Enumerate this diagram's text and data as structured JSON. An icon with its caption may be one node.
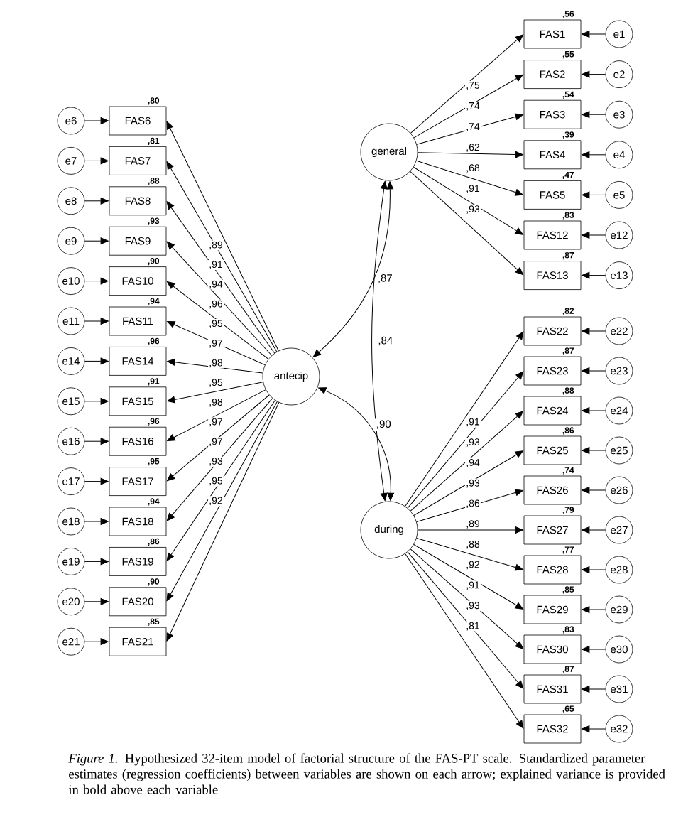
{
  "diagram": {
    "caption": "*Figure 1.* Hypothesized 32-item model of factorial structure of the FAS-PT scale. Standardized parameter estimates (regression coefficients) between variables are shown on each arrow; explained variance is provided in bold above each variable",
    "nodes": [
      {
        "text": [
          "general"
        ]
      },
      {
        "text": [
          "antecip"
        ]
      },
      {
        "text": [
          "during"
        ]
      },
      {
        "text": [
          "FAS6"
        ],
        "beside": [
          ",80"
        ]
      },
      {
        "text": [
          "e6"
        ]
      },
      {
        "text": [
          "FAS7"
        ],
        "beside": [
          ",81"
        ]
      },
      {
        "text": [
          "e7"
        ]
      },
      {
        "text": [
          "FAS8"
        ],
        "beside": [
          ",88"
        ]
      },
      {
        "text": [
          "e8"
        ]
      },
      {
        "text": [
          "FAS9"
        ],
        "beside": [
          ",93"
        ]
      },
      {
        "text": [
          "e9"
        ]
      },
      {
        "text": [
          "FAS10"
        ],
        "beside": [
          ",90"
        ]
      },
      {
        "text": [
          "e10"
        ]
      },
      {
        "text": [
          "FAS11"
        ],
        "beside": [
          ",94"
        ]
      },
      {
        "text": [
          "e11"
        ]
      },
      {
        "text": [
          "FAS14"
        ],
        "beside": [
          ",96"
        ]
      },
      {
        "text": [
          "e14"
        ]
      },
      {
        "text": [
          "FAS15"
        ],
        "beside": [
          ",91"
        ]
      },
      {
        "text": [
          "e15"
        ]
      },
      {
        "text": [
          "FAS16"
        ],
        "beside": [
          ",96"
        ]
      },
      {
        "text": [
          "e16"
        ]
      },
      {
        "text": [
          "FAS17"
        ],
        "beside": [
          ",95"
        ]
      },
      {
        "text": [
          "e17"
        ]
      },
      {
        "text": [
          "FAS18"
        ],
        "beside": [
          ",94"
        ]
      },
      {
        "text": [
          "e18"
        ]
      },
      {
        "text": [
          "FAS19"
        ],
        "beside": [
          ",86"
        ]
      },
      {
        "text": [
          "e19"
        ]
      },
      {
        "text": [
          "FAS20"
        ],
        "beside": [
          ",90"
        ]
      },
      {
        "text": [
          "e20"
        ]
      },
      {
        "text": [
          "FAS21"
        ],
        "beside": [
          ",85"
        ]
      },
      {
        "text": [
          "e21"
        ]
      },
      {
        "text": [
          "FAS1"
        ],
        "beside": [
          ",56"
        ]
      },
      {
        "text": [
          "e1"
        ]
      },
      {
        "text": [
          "FAS2"
        ],
        "beside": [
          ",55"
        ]
      },
      {
        "text": [
          "e2"
        ]
      },
      {
        "text": [
          "FAS3"
        ],
        "beside": [
          ",54"
        ]
      },
      {
        "text": [
          "e3"
        ]
      },
      {
        "text": [
          "FAS4"
        ],
        "beside": [
          ",39"
        ]
      },
      {
        "text": [
          "e4"
        ]
      },
      {
        "text": [
          "FAS5"
        ],
        "beside": [
          ",47"
        ]
      },
      {
        "text": [
          "e5"
        ]
      },
      {
        "text": [
          "FAS12"
        ],
        "beside": [
          ",83"
        ]
      },
      {
        "text": [
          "e12"
        ]
      },
      {
        "text": [
          "FAS13"
        ],
        "beside": [
          ",87"
        ]
      },
      {
        "text": [
          "e13"
        ]
      },
      {
        "text": [
          "FAS22"
        ],
        "beside": [
          ",82"
        ]
      },
      {
        "text": [
          "e22"
        ]
      },
      {
        "text": [
          "FAS23"
        ],
        "beside": [
          ",87"
        ]
      },
      {
        "text": [
          "e23"
        ]
      },
      {
        "text": [
          "FAS24"
        ],
        "beside": [
          ",88"
        ]
      },
      {
        "text": [
          "e24"
        ]
      },
      {
        "text": [
          "FAS25"
        ],
        "beside": [
          ",86"
        ]
      },
      {
        "text": [
          "e25"
        ]
      },
      {
        "text": [
          "FAS26"
        ],
        "beside": [
          ",74"
        ]
      },
      {
        "text": [
          "e26"
        ]
      },
      {
        "text": [
          "FAS27"
        ],
        "beside": [
          ",79"
        ]
      },
      {
        "text": [
          "e27"
        ]
      },
      {
        "text": [
          "FAS28"
        ],
        "beside": [
          ",77"
        ]
      },
      {
        "text": [
          "e28"
        ]
      },
      {
        "text": [
          "FAS29"
        ],
        "beside": [
          ",85"
        ]
      },
      {
        "text": [
          "e29"
        ]
      },
      {
        "text": [
          "FAS30"
        ],
        "beside": [
          ",83"
        ]
      },
      {
        "text": [
          "e30"
        ]
      },
      {
        "text": [
          "FAS31"
        ],
        "beside": [
          ",87"
        ]
      },
      {
        "text": [
          "e31"
        ]
      },
      {
        "text": [
          "FAS32"
        ],
        "beside": [
          ",65"
        ]
      },
      {
        "text": [
          "e32"
        ]
      }
    ],
    "edges": [
      {
        "from": 1,
        "to": 3,
        "arrow": "to",
        "label": ",89"
      },
      {
        "from": 4,
        "to": 3,
        "arrow": "to"
      },
      {
        "from": 1,
        "to": 5,
        "arrow": "to",
        "label": ",91"
      },
      {
        "from": 6,
        "to": 5,
        "arrow": "to"
      },
      {
        "from": 1,
        "to": 7,
        "arrow": "to",
        "label": ",94"
      },
      {
        "from": 8,
        "to": 7,
        "arrow": "to"
      },
      {
        "from": 1,
        "to": 9,
        "arrow": "to",
        "label": ",96"
      },
      {
        "from": 10,
        "to": 9,
        "arrow": "to"
      },
      {
        "from": 1,
        "to": 11,
        "arrow": "to",
        "label": ",95"
      },
      {
        "from": 12,
        "to": 11,
        "arrow": "to"
      },
      {
        "from": 1,
        "to": 13,
        "arrow": "to",
        "label": ",97"
      },
      {
        "from": 14,
        "to": 13,
        "arrow": "to"
      },
      {
        "from": 1,
        "to": 15,
        "arrow": "to",
        "label": ",98"
      },
      {
        "from": 16,
        "to": 15,
        "arrow": "to"
      },
      {
        "from": 1,
        "to": 17,
        "arrow": "to",
        "label": ",95"
      },
      {
        "from": 18,
        "to": 17,
        "arrow": "to"
      },
      {
        "from": 1,
        "to": 19,
        "arrow": "to",
        "label": ",98"
      },
      {
        "from": 20,
        "to": 19,
        "arrow": "to"
      },
      {
        "from": 1,
        "to": 21,
        "arrow": "to",
        "label": ",97"
      },
      {
        "from": 22,
        "to": 21,
        "arrow": "to"
      },
      {
        "from": 1,
        "to": 23,
        "arrow": "to",
        "label": ",97"
      },
      {
        "from": 24,
        "to": 23,
        "arrow": "to"
      },
      {
        "from": 1,
        "to": 25,
        "arrow": "to",
        "label": ",93"
      },
      {
        "from": 26,
        "to": 25,
        "arrow": "to"
      },
      {
        "from": 1,
        "to": 27,
        "arrow": "to",
        "label": ",95"
      },
      {
        "from": 28,
        "to": 27,
        "arrow": "to"
      },
      {
        "from": 1,
        "to": 29,
        "arrow": "to",
        "label": ",92"
      },
      {
        "from": 30,
        "to": 29,
        "arrow": "to"
      },
      {
        "from": 0,
        "to": 31,
        "arrow": "to",
        "label": ",75"
      },
      {
        "from": 32,
        "to": 31,
        "arrow": "to"
      },
      {
        "from": 0,
        "to": 33,
        "arrow": "to",
        "label": ",74"
      },
      {
        "from": 34,
        "to": 33,
        "arrow": "to"
      },
      {
        "from": 0,
        "to": 35,
        "arrow": "to",
        "label": ",74"
      },
      {
        "from": 36,
        "to": 35,
        "arrow": "to"
      },
      {
        "from": 0,
        "to": 37,
        "arrow": "to",
        "label": ",62"
      },
      {
        "from": 38,
        "to": 37,
        "arrow": "to"
      },
      {
        "from": 0,
        "to": 39,
        "arrow": "to",
        "label": ",68"
      },
      {
        "from": 40,
        "to": 39,
        "arrow": "to"
      },
      {
        "from": 0,
        "to": 41,
        "arrow": "to",
        "label": ",91"
      },
      {
        "from": 42,
        "to": 41,
        "arrow": "to"
      },
      {
        "from": 0,
        "to": 43,
        "arrow": "to",
        "label": ",93"
      },
      {
        "from": 44,
        "to": 43,
        "arrow": "to"
      },
      {
        "from": 2,
        "to": 45,
        "arrow": "to",
        "label": ",91"
      },
      {
        "from": 46,
        "to": 45,
        "arrow": "to"
      },
      {
        "from": 2,
        "to": 47,
        "arrow": "to",
        "label": ",93"
      },
      {
        "from": 48,
        "to": 47,
        "arrow": "to"
      },
      {
        "from": 2,
        "to": 49,
        "arrow": "to",
        "label": ",94"
      },
      {
        "from": 50,
        "to": 49,
        "arrow": "to"
      },
      {
        "from": 2,
        "to": 51,
        "arrow": "to",
        "label": ",93"
      },
      {
        "from": 52,
        "to": 51,
        "arrow": "to"
      },
      {
        "from": 2,
        "to": 53,
        "arrow": "to",
        "label": ",86"
      },
      {
        "from": 54,
        "to": 53,
        "arrow": "to"
      },
      {
        "from": 2,
        "to": 55,
        "arrow": "to",
        "label": ",89"
      },
      {
        "from": 56,
        "to": 55,
        "arrow": "to"
      },
      {
        "from": 2,
        "to": 57,
        "arrow": "to",
        "label": ",88"
      },
      {
        "from": 58,
        "to": 57,
        "arrow": "to"
      },
      {
        "from": 2,
        "to": 59,
        "arrow": "to",
        "label": ",92"
      },
      {
        "from": 60,
        "to": 59,
        "arrow": "to"
      },
      {
        "from": 2,
        "to": 61,
        "arrow": "to",
        "label": ",91"
      },
      {
        "from": 62,
        "to": 61,
        "arrow": "to"
      },
      {
        "from": 2,
        "to": 63,
        "arrow": "to",
        "label": ",93"
      },
      {
        "from": 64,
        "to": 63,
        "arrow": "to"
      },
      {
        "from": 2,
        "to": 65,
        "arrow": "to",
        "label": ",81"
      },
      {
        "from": 66,
        "to": 65,
        "arrow": "to"
      },
      {
        "from": 0,
        "to": 1,
        "arrow": "both",
        "label": ",87"
      },
      {
        "from": 0,
        "to": 2,
        "arrow": "both",
        "label": ",84"
      },
      {
        "from": 1,
        "to": 2,
        "arrow": "both",
        "label": ",90"
      }
    ]
  }
}
